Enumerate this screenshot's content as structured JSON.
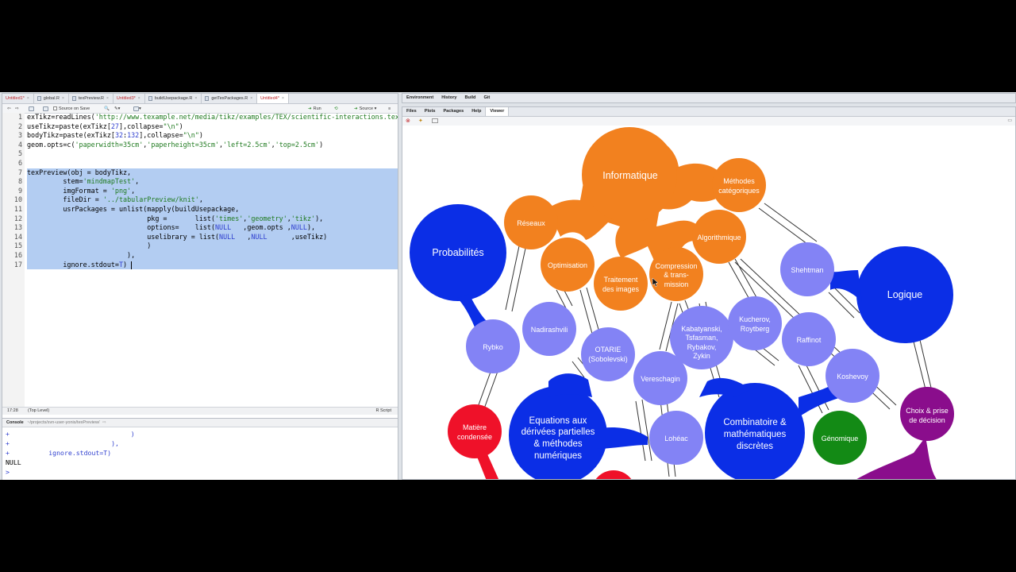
{
  "source": {
    "tabs": [
      {
        "label": "Untitled1*",
        "unsaved": true,
        "active": false
      },
      {
        "label": "global.R",
        "unsaved": false,
        "active": false
      },
      {
        "label": "texPreview.R",
        "unsaved": false,
        "active": false
      },
      {
        "label": "Untitled3*",
        "unsaved": true,
        "active": false
      },
      {
        "label": "buildUsepackage.R",
        "unsaved": false,
        "active": false
      },
      {
        "label": "getTexPackages.R",
        "unsaved": false,
        "active": false
      },
      {
        "label": "Untitled4*",
        "unsaved": true,
        "active": true
      }
    ],
    "toolbar": {
      "source_on_save": "Source on Save",
      "run": "Run",
      "source": "Source"
    },
    "lines": [
      {
        "n": "1",
        "code": "exTikz=readLines('http://www.texample.net/media/tikz/examples/TEX/scientific-interactions.tex')"
      },
      {
        "n": "2",
        "code": "useTikz=paste(exTikz[27],collapse=\"\\n\")"
      },
      {
        "n": "3",
        "code": "bodyTikz=paste(exTikz[32:132],collapse=\"\\n\")"
      },
      {
        "n": "4",
        "code": "geom.opts=c('paperwidth=35cm','paperheight=35cm','left=2.5cm','top=2.5cm')"
      },
      {
        "n": "5",
        "code": ""
      },
      {
        "n": "6",
        "code": ""
      },
      {
        "n": "7",
        "code": "texPreview(obj = bodyTikz,"
      },
      {
        "n": "8",
        "code": "         stem='mindmapTest',"
      },
      {
        "n": "9",
        "code": "         imgFormat = 'png',"
      },
      {
        "n": "10",
        "code": "         fileDir = '../tabularPreview/knit',"
      },
      {
        "n": "11",
        "code": "         usrPackages = unlist(mapply(buildUsepackage,"
      },
      {
        "n": "12",
        "code": "                              pkg =       list('times','geometry','tikz'),"
      },
      {
        "n": "13",
        "code": "                              options=    list(NULL   ,geom.opts ,NULL),"
      },
      {
        "n": "14",
        "code": "                              uselibrary = list(NULL   ,NULL      ,useTikz)"
      },
      {
        "n": "15",
        "code": "                              )"
      },
      {
        "n": "16",
        "code": "                         ),"
      },
      {
        "n": "17",
        "code": "         ignore.stdout=T)"
      }
    ],
    "status": {
      "position": "17:28",
      "scope": "(Top Level)",
      "filetype": "R Script"
    }
  },
  "console": {
    "title": "Console",
    "path": "~/projects/svn-user-yonis/texPreview/",
    "lines": [
      {
        "prefix": "+",
        "text": "                              )"
      },
      {
        "prefix": "+",
        "text": "                         ),"
      },
      {
        "prefix": "+",
        "text": "         ignore.stdout=T)"
      },
      {
        "prefix": "",
        "text": "NULL"
      },
      {
        "prefix": ">",
        "text": ""
      }
    ]
  },
  "env_tabs": [
    "Environment",
    "History",
    "Build",
    "Git"
  ],
  "files_tabs": [
    "Files",
    "Plots",
    "Packages",
    "Help",
    "Viewer"
  ],
  "files_active_tab": "Viewer",
  "mindmap": {
    "colors": {
      "orange": "#f2811f",
      "blue": "#0b2ee6",
      "lavender": "#8383f5",
      "red": "#ef1129",
      "green": "#138a15",
      "purple": "#8a0d8c"
    },
    "nodes": {
      "informatique": "Informatique",
      "methodes_cat_1": "Méthodes",
      "methodes_cat_2": "catégoriques",
      "reseaux": "Réseaux",
      "algorithmique": "Algorithmique",
      "optimisation": "Optimisation",
      "compression_1": "Compression",
      "compression_2": "& trans-",
      "compression_3": "mission",
      "traitement_1": "Traitement",
      "traitement_2": "des images",
      "probabilites": "Probabilités",
      "logique": "Logique",
      "shehtman": "Shehtman",
      "rybko": "Rybko",
      "nadirashvili": "Nadirashvili",
      "otarie_1": "OTARIE",
      "otarie_2": "(Sobolevski)",
      "kabat_1": "Kabatyanski,",
      "kabat_2": "Tsfasman,",
      "kabat_3": "Rybakov,",
      "kabat_4": "Zykin",
      "kucherov_1": "Kucherov,",
      "kucherov_2": "Roytberg",
      "raffinot": "Raffinot",
      "vereschagin": "Vereschagin",
      "koshevoy": "Koshevoy",
      "equations_1": "Equations aux",
      "equations_2": "dérivées partielles",
      "equations_3": "& méthodes",
      "equations_4": "numériques",
      "lohéac": "Lohéac",
      "combinatoire_1": "Combinatoire &",
      "combinatoire_2": "mathématiques",
      "combinatoire_3": "discrètes",
      "matiere_1": "Matière",
      "matiere_2": "condensée",
      "genomique": "Génomique",
      "choix_1": "Choix & prise",
      "choix_2": "de décision"
    }
  }
}
